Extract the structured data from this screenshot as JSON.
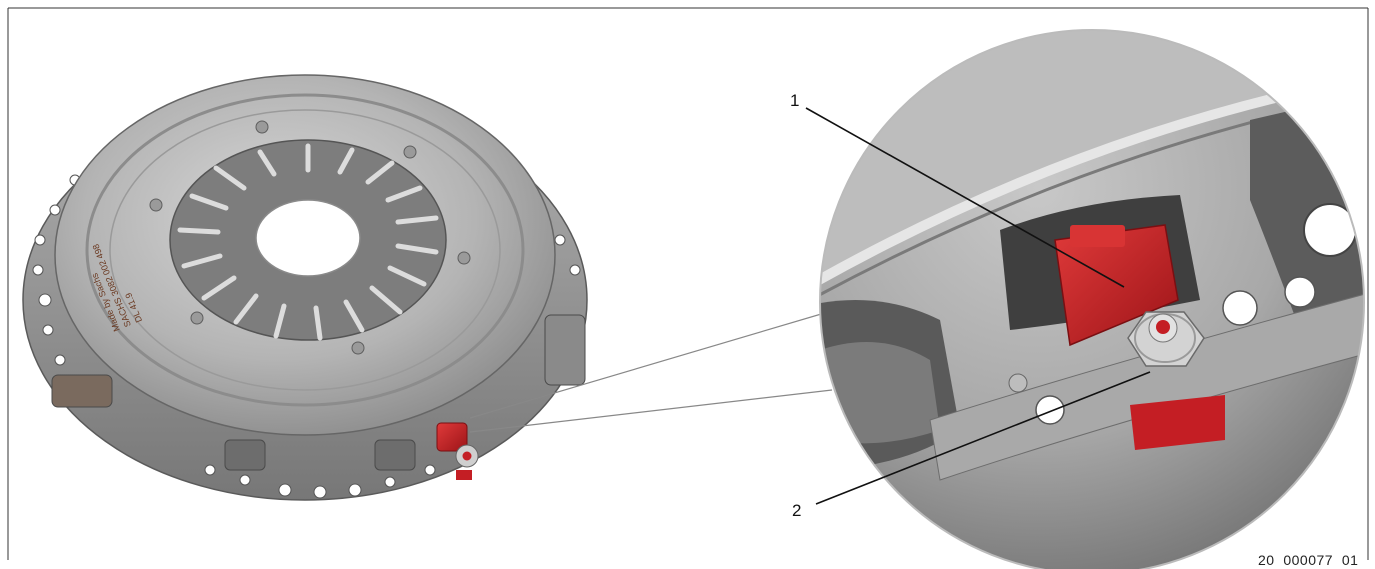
{
  "callouts": [
    {
      "label": "1"
    },
    {
      "label": "2"
    }
  ],
  "figure_code": "20  000077  01",
  "plate_stamp": {
    "line1": "Made by Sachs",
    "line2": "SACHS 3082 002 498",
    "line3": "DL 41.9"
  },
  "colors": {
    "frame": "#333333",
    "metal_light": "#c9c9c9",
    "metal_mid": "#a3a3a3",
    "metal_dark": "#6d6d6d",
    "red_part": "#c41e24"
  }
}
